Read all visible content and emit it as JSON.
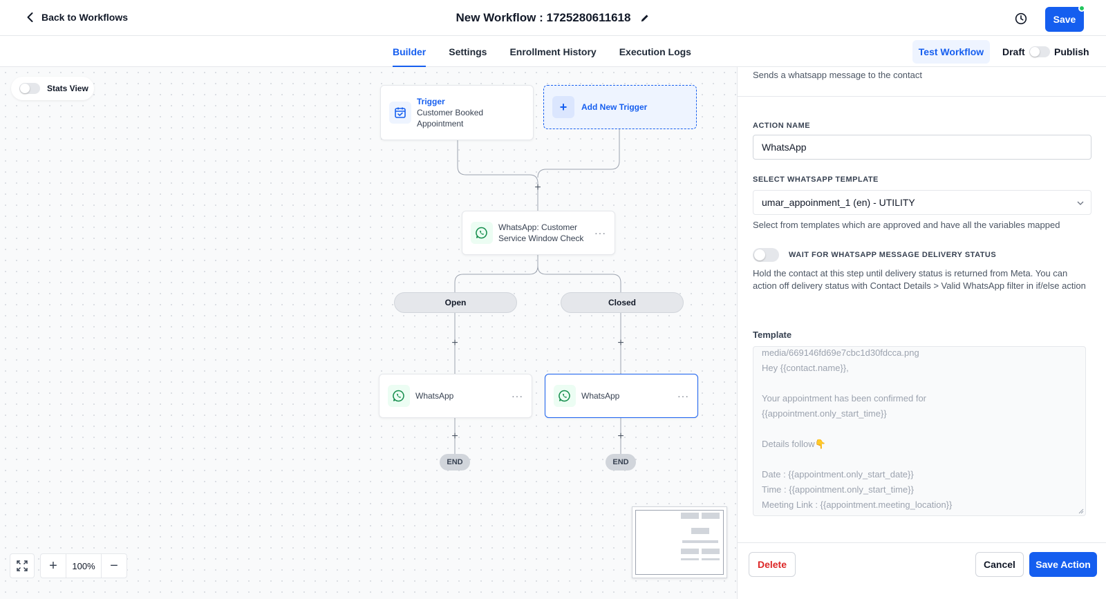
{
  "header": {
    "back_label": "Back to Workflows",
    "title": "New Workflow : 1725280611618",
    "save_label": "Save"
  },
  "tabs": [
    {
      "label": "Builder",
      "active": true
    },
    {
      "label": "Settings",
      "active": false
    },
    {
      "label": "Enrollment History",
      "active": false
    },
    {
      "label": "Execution Logs",
      "active": false
    }
  ],
  "toolbar": {
    "test_label": "Test Workflow",
    "draft_label": "Draft",
    "publish_label": "Publish",
    "published": false
  },
  "canvas": {
    "stats_label": "Stats View",
    "trigger": {
      "kicker": "Trigger",
      "line1": "Customer Booked",
      "line2": "Appointment"
    },
    "add_trigger_label": "Add New Trigger",
    "check_node": {
      "line1": "WhatsApp: Customer",
      "line2": "Service Window Check"
    },
    "branches": [
      "Open",
      "Closed"
    ],
    "action_label": "WhatsApp",
    "end_label": "END",
    "zoom_label": "100%"
  },
  "panel": {
    "description": "Sends a whatsapp message to the contact",
    "action_name_label": "ACTION NAME",
    "action_name_value": "WhatsApp",
    "template_label": "SELECT WHATSAPP TEMPLATE",
    "template_value": "umar_appoinment_1 (en) - UTILITY",
    "template_hint": "Select from templates which are approved and have all the variables mapped",
    "wait_label": "WAIT FOR WHATSAPP MESSAGE DELIVERY STATUS",
    "wait_hint": "Hold the contact at this step until delivery status is returned from Meta. You can action off delivery status with Contact Details > Valid WhatsApp filter in if/else action",
    "template_body_label": "Template",
    "template_lines": [
      "media/669146fd69e7cbc1d30fdcca.png",
      "Hey {{contact.name}},",
      "",
      "Your appointment has been confirmed for",
      "{{appointment.only_start_time}}",
      "",
      "Details follow👇",
      "",
      "Date : {{appointment.only_start_date}}",
      "Time : {{appointment.only_start_time}}",
      "Meeting Link : {{appointment.meeting_location}}"
    ],
    "delete_label": "Delete",
    "cancel_label": "Cancel",
    "save_action_label": "Save Action"
  },
  "colors": {
    "accent": "#155eef",
    "whatsapp": "#128c4a",
    "danger": "#dc2626"
  }
}
